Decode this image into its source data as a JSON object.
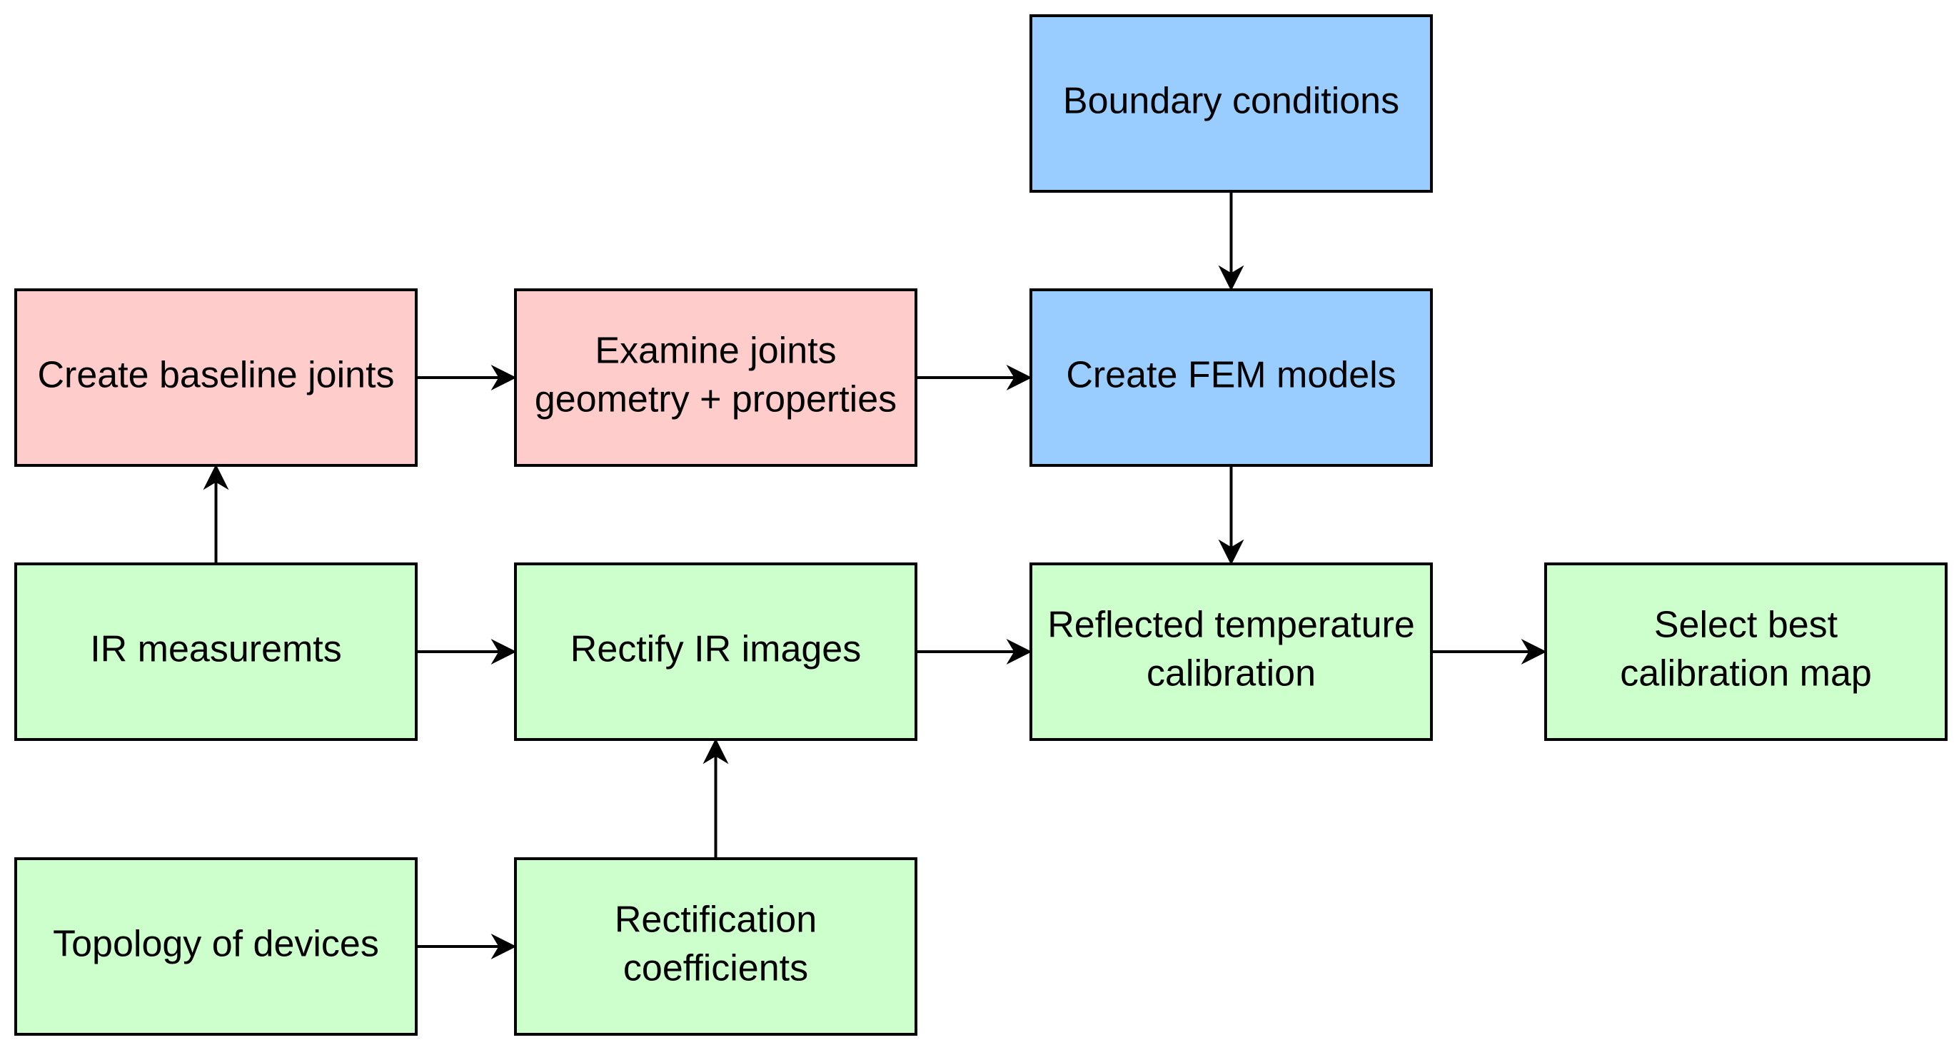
{
  "colors": {
    "pink": "#ffcccc",
    "blue": "#99ccff",
    "green": "#ccffcc",
    "stroke": "#000000"
  },
  "nodes": [
    {
      "id": "boundary",
      "lines": [
        "Boundary conditions"
      ],
      "color": "blue"
    },
    {
      "id": "baseline",
      "lines": [
        "Create baseline joints"
      ],
      "color": "pink"
    },
    {
      "id": "examine",
      "lines": [
        "Examine joints",
        "geometry + properties"
      ],
      "color": "pink"
    },
    {
      "id": "fem",
      "lines": [
        "Create FEM models"
      ],
      "color": "blue"
    },
    {
      "id": "ir",
      "lines": [
        "IR measuremts"
      ],
      "color": "green"
    },
    {
      "id": "rectify",
      "lines": [
        "Rectify IR images"
      ],
      "color": "green"
    },
    {
      "id": "reflected",
      "lines": [
        "Reflected temperature",
        "calibration"
      ],
      "color": "green"
    },
    {
      "id": "select",
      "lines": [
        "Select best",
        "calibration map"
      ],
      "color": "green"
    },
    {
      "id": "topology",
      "lines": [
        "Topology of devices"
      ],
      "color": "green"
    },
    {
      "id": "coeffs",
      "lines": [
        "Rectification",
        "coefficients"
      ],
      "color": "green"
    }
  ],
  "edges": [
    {
      "from": "boundary",
      "to": "fem"
    },
    {
      "from": "baseline",
      "to": "examine"
    },
    {
      "from": "examine",
      "to": "fem"
    },
    {
      "from": "fem",
      "to": "reflected"
    },
    {
      "from": "ir",
      "to": "baseline"
    },
    {
      "from": "ir",
      "to": "rectify"
    },
    {
      "from": "rectify",
      "to": "reflected"
    },
    {
      "from": "reflected",
      "to": "select"
    },
    {
      "from": "topology",
      "to": "coeffs"
    },
    {
      "from": "coeffs",
      "to": "rectify"
    }
  ]
}
